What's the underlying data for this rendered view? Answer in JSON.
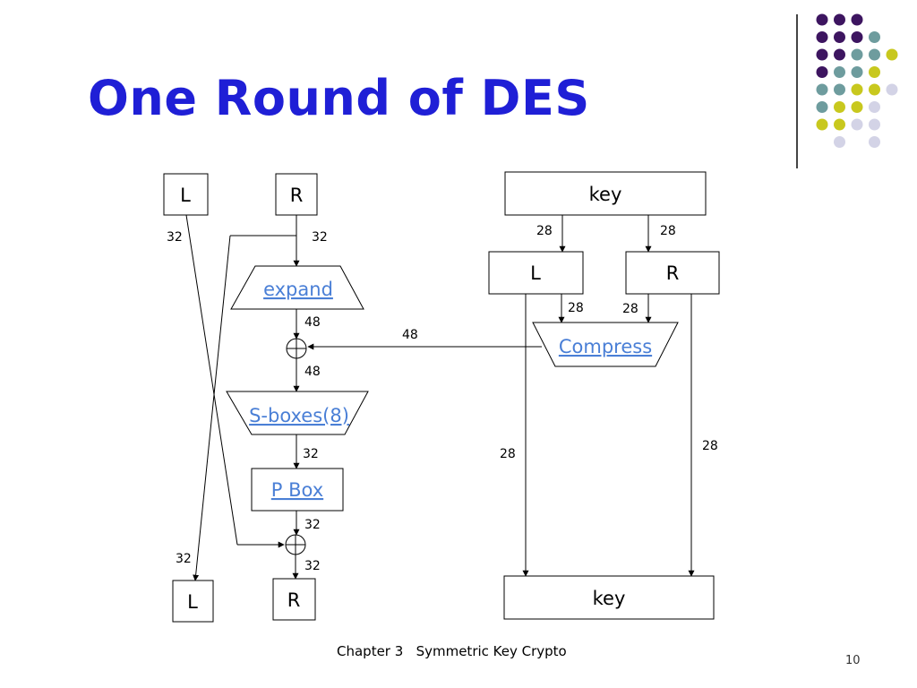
{
  "slide": {
    "title": "One Round of DES",
    "footer": "Chapter 3   Symmetric Key Crypto",
    "page_number": "10"
  },
  "colors": {
    "title": "#1f1fd6",
    "link": "#4a7fd6",
    "dot_purple": "#3d1560",
    "dot_teal": "#6e9c9e",
    "dot_yellow": "#c8c81e",
    "dot_lavender": "#d3d3e6"
  },
  "dot_grid": [
    [
      "purple",
      "purple",
      "purple",
      "",
      ""
    ],
    [
      "purple",
      "purple",
      "purple",
      "teal",
      ""
    ],
    [
      "purple",
      "purple",
      "teal",
      "teal",
      "yellow"
    ],
    [
      "purple",
      "teal",
      "teal",
      "yellow",
      ""
    ],
    [
      "teal",
      "teal",
      "yellow",
      "yellow",
      "lavender"
    ],
    [
      "teal",
      "yellow",
      "yellow",
      "lavender",
      ""
    ],
    [
      "yellow",
      "yellow",
      "lavender",
      "lavender",
      ""
    ],
    [
      "",
      "lavender",
      "",
      "lavender",
      ""
    ]
  ],
  "diagram": {
    "left": {
      "L_in": "L",
      "R_in": "R",
      "expand": "expand",
      "sboxes": "S-boxes(8)",
      "pbox": "P Box",
      "L_out": "L",
      "R_out": "R",
      "label_L_32": "32",
      "label_R_32": "32",
      "label_expand_48": "48",
      "label_xor_48": "48",
      "label_sbox_32": "32",
      "label_pbox_32": "32",
      "label_xor2_32": "32",
      "label_Lout_32": "32"
    },
    "right": {
      "key_in": "key",
      "key_L": "L",
      "key_R": "R",
      "compress": "Compress",
      "key_out": "key",
      "label_keyL_28": "28",
      "label_keyR_28": "28",
      "label_L_compress_28": "28",
      "label_R_compress_28": "28",
      "label_L_down_28": "28",
      "label_R_down_28": "28",
      "label_compress_48": "48"
    }
  }
}
